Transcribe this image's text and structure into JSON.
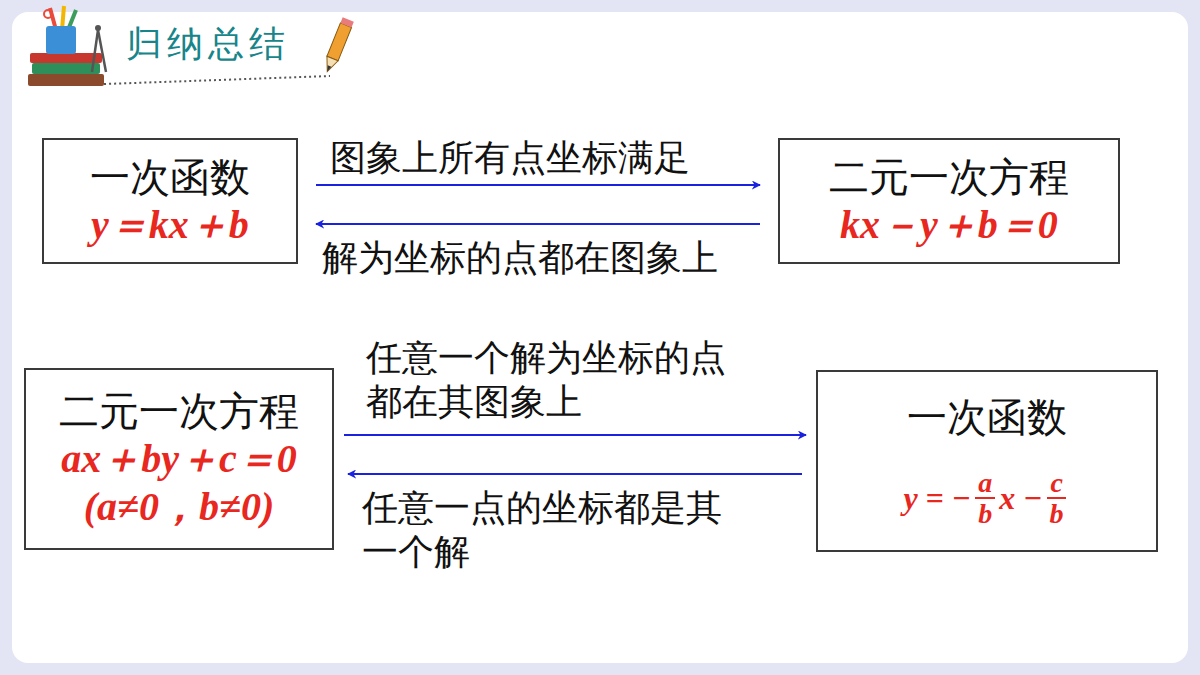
{
  "diagram": {
    "title": "归纳总结",
    "nodes": [
      {
        "text": [
          "一次函数",
          "y＝kx＋b"
        ]
      },
      {
        "text": [
          "二元一次方程",
          "kx－y＋b＝0"
        ]
      },
      {
        "text": [
          "二元一次方程",
          "ax＋by＋c＝0",
          "(a≠0，b≠0)"
        ]
      },
      {
        "text": [
          "一次函数",
          "y = −",
          "a",
          "b",
          "x −",
          "c",
          "b"
        ]
      }
    ],
    "edges": [
      {
        "from": 0,
        "to": 1,
        "arrow": "to",
        "label": "图象上所有点坐标满足"
      },
      {
        "from": 1,
        "to": 0,
        "arrow": "to",
        "label": "解为坐标的点都在图象上"
      },
      {
        "from": 2,
        "to": 3,
        "arrow": "to",
        "label": "任意一个解为坐标的点都在其图象上"
      },
      {
        "from": 3,
        "to": 2,
        "arrow": "to",
        "label": "任意一点的坐标都是其一个解"
      }
    ]
  }
}
